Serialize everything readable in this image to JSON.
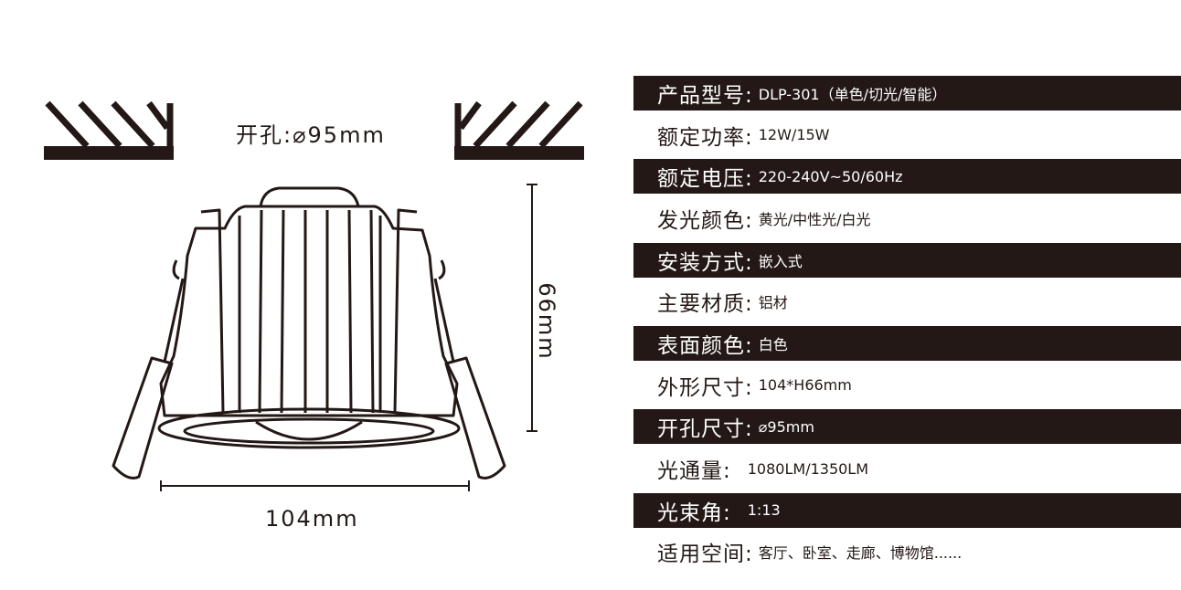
{
  "drawing": {
    "hole_label": "开孔:⌀95mm",
    "width_label": "104mm",
    "height_label": "66mm",
    "line_color": "#231815"
  },
  "specs": [
    {
      "key": "产品型号:",
      "value": "DLP-301（单色/切光/智能）",
      "dark": true
    },
    {
      "key": "额定功率:",
      "value": "12W/15W",
      "dark": false
    },
    {
      "key": "额定电压:",
      "value": "220-240V~50/60Hz",
      "dark": true
    },
    {
      "key": "发光颜色:",
      "value": "黄光/中性光/白光",
      "dark": false
    },
    {
      "key": "安装方式:",
      "value": "嵌入式",
      "dark": true
    },
    {
      "key": "主要材质:",
      "value": "铝材",
      "dark": false
    },
    {
      "key": "表面颜色:",
      "value": "白色",
      "dark": true
    },
    {
      "key": "外形尺寸:",
      "value": "104*H66mm",
      "dark": false
    },
    {
      "key": "开孔尺寸:",
      "value": "⌀95mm",
      "dark": true
    },
    {
      "key": "光通量:",
      "value": "1080LM/1350LM",
      "dark": false
    },
    {
      "key": "光束角:",
      "value": "1:13",
      "dark": true
    },
    {
      "key": "适用空间:",
      "value": "客厅、卧室、走廊、博物馆......",
      "dark": false
    }
  ]
}
